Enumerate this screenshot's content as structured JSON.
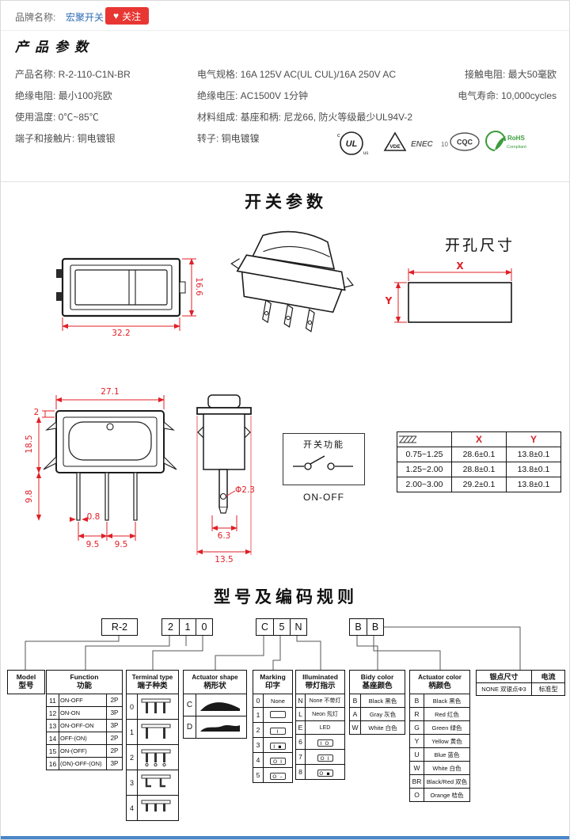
{
  "header": {
    "brand_label": "品牌名称:",
    "brand_name": "宏聚开关",
    "heart_icon": "♥",
    "follow_label": "关注"
  },
  "product_params": {
    "title": "产品参数",
    "col1": [
      "产品名称: R-2-110-C1N-BR",
      "绝缘电阻: 最小100兆欧",
      "使用温度: 0℃~85℃",
      "端子和接触片: 铜电镀银"
    ],
    "col2": [
      "电气规格: 16A 125V AC(UL CUL)/16A 250V AC",
      "绝缘电压: AC1500V 1分钟",
      "材料组成: 基座和柄: 尼龙66, 防火等级最少UL94V-2",
      "转子: 铜电镀镍"
    ],
    "col3": [
      "接触电阻: 最大50毫欧",
      "电气寿命: 10,000cycles"
    ]
  },
  "certifications": {
    "ul_c": "c",
    "ul": "UL",
    "ul_us": "us",
    "vde": "VDE",
    "enec": "ENEC",
    "enec_num": "10",
    "cqc": "CQC",
    "rohs": "RoHS",
    "rohs_sub": "Compliant"
  },
  "switch_section": {
    "title": "开关参数",
    "cutout_title": "开孔尺寸",
    "front_width": "32.2",
    "front_height": "16.6",
    "cutout_x": "X",
    "cutout_y": "Y"
  },
  "drawing2": {
    "top_width": "27.1",
    "lip": "2",
    "body_height": "18.5",
    "pin_length": "9.8",
    "pin_width": "0.8",
    "pitch_left": "9.5",
    "pitch_right": "9.5",
    "hole_dia": "Φ2.3",
    "tip_width": "6.3",
    "side_width": "13.5",
    "function_box_title": "开关功能",
    "function_label": "ON-OFF"
  },
  "dim_table": {
    "header_x": "X",
    "header_y": "Y",
    "rows": [
      {
        "t": "0.75~1.25",
        "x": "28.6±0.1",
        "y": "13.8±0.1"
      },
      {
        "t": "1.25~2.00",
        "x": "28.8±0.1",
        "y": "13.8±0.1"
      },
      {
        "t": "2.00~3.00",
        "x": "29.2±0.1",
        "y": "13.8±0.1"
      }
    ]
  },
  "coding": {
    "title": "型号及编码规则",
    "model_box": "R-2",
    "digit_boxes": [
      "2",
      "1",
      "0"
    ],
    "letter_boxes": [
      "C",
      "5",
      "N"
    ],
    "color_boxes": [
      "B",
      "B"
    ]
  },
  "tables": {
    "model": {
      "en": "Model",
      "zh": "型号"
    },
    "function": {
      "en": "Function",
      "zh": "功能",
      "rows": [
        {
          "code": "11",
          "name": "ON-OFF",
          "poles": "2P"
        },
        {
          "code": "12",
          "name": "ON-ON",
          "poles": "3P"
        },
        {
          "code": "13",
          "name": "ON-OFF-ON",
          "poles": "3P"
        },
        {
          "code": "14",
          "name": "OFF-(ON)",
          "poles": "2P"
        },
        {
          "code": "15",
          "name": "ON-(OFF)",
          "poles": "2P"
        },
        {
          "code": "16",
          "name": "(ON)-OFF-(ON)",
          "poles": "3P"
        }
      ]
    },
    "terminal": {
      "en": "Terminal type",
      "zh": "端子种类",
      "rows": [
        {
          "code": "0"
        },
        {
          "code": "1"
        },
        {
          "code": "2"
        },
        {
          "code": "3"
        },
        {
          "code": "4"
        }
      ]
    },
    "actuator_shape": {
      "en": "Actuator shape",
      "zh": "柄形状",
      "rows": [
        {
          "code": "C"
        },
        {
          "code": "D"
        }
      ]
    },
    "marking": {
      "en": "Marking",
      "zh": "印字",
      "rows": [
        {
          "code": "0",
          "label": "None",
          "glyph": ""
        },
        {
          "code": "1",
          "label": "",
          "glyph": ""
        },
        {
          "code": "2",
          "label": "",
          "glyph": "I"
        },
        {
          "code": "3",
          "label": "",
          "glyph": "I ▪"
        },
        {
          "code": "4",
          "label": "",
          "glyph": "O I"
        },
        {
          "code": "5",
          "label": "",
          "glyph": "O –"
        }
      ]
    },
    "illuminated": {
      "en": "Illuminated",
      "zh": "带灯指示",
      "rows": [
        {
          "code": "N",
          "label": "None 不带灯",
          "glyph": ""
        },
        {
          "code": "L",
          "label": "Neon 氖灯",
          "glyph": ""
        },
        {
          "code": "E",
          "label": "LED",
          "glyph": ""
        },
        {
          "code": "6",
          "label": "",
          "glyph": "I O"
        },
        {
          "code": "7",
          "label": "",
          "glyph": "O I"
        },
        {
          "code": "8",
          "label": "",
          "glyph": "O ▪"
        }
      ]
    },
    "body_color": {
      "en": "Bidy color",
      "zh": "基座颜色",
      "rows": [
        {
          "code": "B",
          "label": "Black 黑色"
        },
        {
          "code": "A",
          "label": "Gray 灰色"
        },
        {
          "code": "W",
          "label": "White 白色"
        }
      ]
    },
    "actuator_color": {
      "en": "Actuator color",
      "zh": "柄颜色",
      "rows": [
        {
          "code": "B",
          "label": "Black 黑色"
        },
        {
          "code": "R",
          "label": "Red 红色"
        },
        {
          "code": "G",
          "label": "Green 绿色"
        },
        {
          "code": "Y",
          "label": "Yellow 黄色"
        },
        {
          "code": "U",
          "label": "Blue 蓝色"
        },
        {
          "code": "W",
          "label": "White 白色"
        },
        {
          "code": "BR",
          "label": "Black/Red 双色"
        },
        {
          "code": "O",
          "label": "Orange 桔色"
        }
      ]
    },
    "silver": {
      "h1": "银点尺寸",
      "h2": "电流",
      "v1": "NONE 双银点Φ3",
      "v2": "标准型"
    }
  },
  "colors": {
    "accent_red": "#e83632",
    "brand_blue": "#2e6cb4",
    "dim_red": "#e01f26",
    "footer_blue": "#4a86c8",
    "rohs_green": "#3a9c3a"
  }
}
